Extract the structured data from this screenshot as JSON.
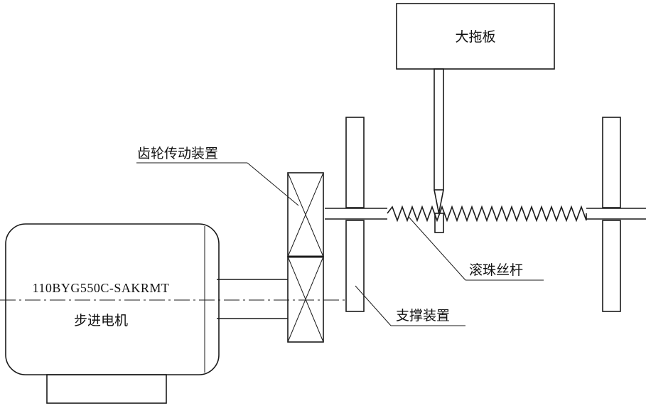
{
  "labels": {
    "carriage": "大拖板",
    "gear_drive": "齿轮传动装置",
    "ball_screw": "滚珠丝杆",
    "support": "支撑装置",
    "motor_model": "110BYG550C-SAKRMT",
    "motor_name": "步进电机"
  },
  "colors": {
    "line": "#1a1a1a",
    "background": "#ffffff"
  }
}
